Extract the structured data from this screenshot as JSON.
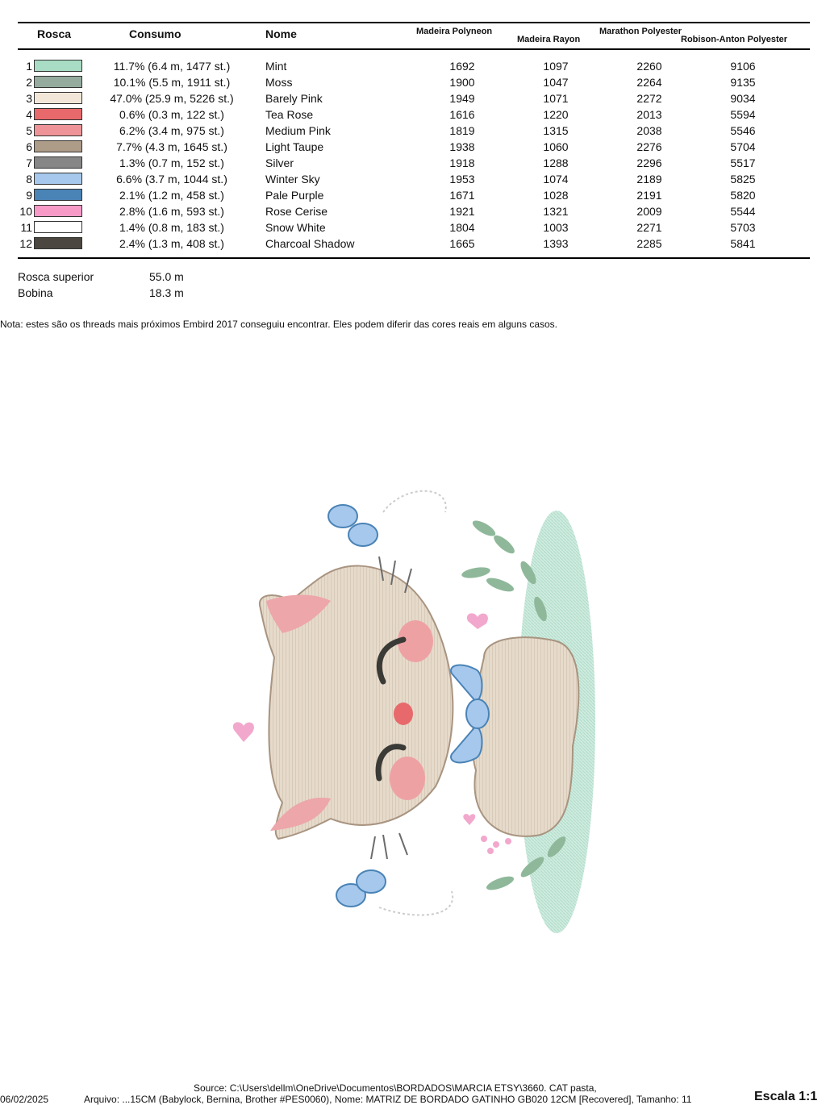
{
  "header": {
    "rosca": "Rosca",
    "consumo": "Consumo",
    "nome": "Nome",
    "brand1": "Madeira Polyneon",
    "brand2": "Madeira Rayon",
    "brand3": "Marathon Polyester",
    "brand4": "Robison-Anton Polyester"
  },
  "threads": [
    {
      "idx": "1",
      "color": "#a8dcc4",
      "consumo": "11.7% (6.4 m, 1477 st.)",
      "name": "Mint",
      "n1": "1692",
      "n2": "1097",
      "n3": "2260",
      "n4": "9106"
    },
    {
      "idx": "2",
      "color": "#94ab9d",
      "consumo": "10.1% (5.5 m, 1911 st.)",
      "name": "Moss",
      "n1": "1900",
      "n2": "1047",
      "n3": "2264",
      "n4": "9135"
    },
    {
      "idx": "3",
      "color": "#f2e6d8",
      "consumo": "47.0% (25.9 m, 5226 st.)",
      "name": "Barely Pink",
      "n1": "1949",
      "n2": "1071",
      "n3": "2272",
      "n4": "9034"
    },
    {
      "idx": "4",
      "color": "#e8696b",
      "consumo": "0.6% (0.3 m, 122 st.)",
      "name": "Tea Rose",
      "n1": "1616",
      "n2": "1220",
      "n3": "2013",
      "n4": "5594"
    },
    {
      "idx": "5",
      "color": "#ee9498",
      "consumo": "6.2% (3.4 m, 975 st.)",
      "name": "Medium Pink",
      "n1": "1819",
      "n2": "1315",
      "n3": "2038",
      "n4": "5546"
    },
    {
      "idx": "6",
      "color": "#ad9c88",
      "consumo": "7.7% (4.3 m, 1645 st.)",
      "name": "Light Taupe",
      "n1": "1938",
      "n2": "1060",
      "n3": "2276",
      "n4": "5704"
    },
    {
      "idx": "7",
      "color": "#868686",
      "consumo": "1.3% (0.7 m, 152 st.)",
      "name": "Silver",
      "n1": "1918",
      "n2": "1288",
      "n3": "2296",
      "n4": "5517"
    },
    {
      "idx": "8",
      "color": "#a6c8ec",
      "consumo": "6.6% (3.7 m, 1044 st.)",
      "name": "Winter Sky",
      "n1": "1953",
      "n2": "1074",
      "n3": "2189",
      "n4": "5825"
    },
    {
      "idx": "9",
      "color": "#4a83b6",
      "consumo": "2.1% (1.2 m, 458 st.)",
      "name": "Pale Purple",
      "n1": "1671",
      "n2": "1028",
      "n3": "2191",
      "n4": "5820"
    },
    {
      "idx": "10",
      "color": "#f79ac8",
      "consumo": "2.8% (1.6 m, 593 st.)",
      "name": "Rose Cerise",
      "n1": "1921",
      "n2": "1321",
      "n3": "2009",
      "n4": "5544"
    },
    {
      "idx": "11",
      "color": "#ffffff",
      "consumo": "1.4% (0.8 m, 183 st.)",
      "name": "Snow White",
      "n1": "1804",
      "n2": "1003",
      "n3": "2271",
      "n4": "5703"
    },
    {
      "idx": "12",
      "color": "#4b463f",
      "consumo": "2.4% (1.3 m, 408 st.)",
      "name": "Charcoal Shadow",
      "n1": "1665",
      "n2": "1393",
      "n3": "2285",
      "n4": "5841"
    }
  ],
  "summary": {
    "top_label": "Rosca superior",
    "top_value": "55.0 m",
    "bobbin_label": "Bobina",
    "bobbin_value": "18.3 m"
  },
  "note": "Nota: estes são os threads mais próximos Embird 2017 conseguiu encontrar. Eles podem diferir das cores reais em alguns casos.",
  "footer": {
    "source": "Source: C:\\Users\\dellm\\OneDrive\\Documentos\\BORDADOS\\MARCIA ETSY\\3660. CAT pasta,",
    "date": "06/02/2025",
    "file": "Arquivo: ...15CM (Babylock, Bernina, Brother #PES0060), Nome: MATRIZ DE BORDADO GATINHO GB020 12CM [Recovered], Tamanho: 11",
    "scale": "Escala 1:1"
  }
}
